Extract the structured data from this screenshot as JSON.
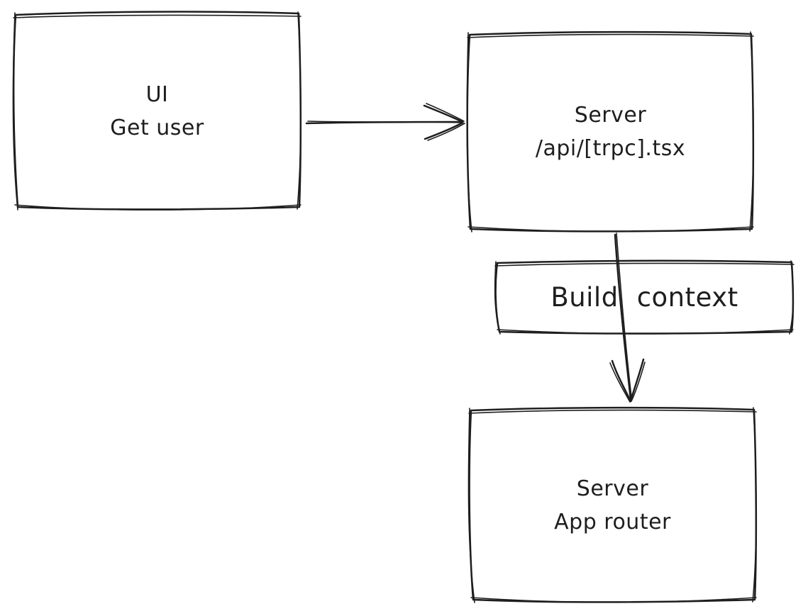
{
  "canvas": {
    "background": "#ffffff",
    "stroke_color": "#1e1e1e"
  },
  "nodes": [
    {
      "id": "ui",
      "lines": [
        "UI",
        "Get user"
      ]
    },
    {
      "id": "server-api",
      "lines": [
        "Server",
        "/api/[trpc].tsx"
      ]
    },
    {
      "id": "server-app-router",
      "lines": [
        "Server",
        "App router"
      ]
    }
  ],
  "edge_label": {
    "word1": "Build",
    "word2": "context",
    "full_text": "Build context"
  },
  "edges": [
    {
      "from": "ui",
      "to": "server-api",
      "direction": "right"
    },
    {
      "from": "server-api",
      "to": "server-app-router",
      "direction": "down",
      "label": "Build context"
    }
  ]
}
